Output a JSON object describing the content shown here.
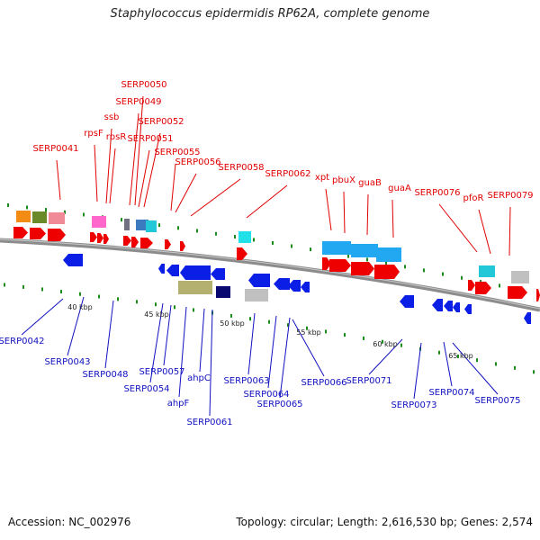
{
  "title": "Staphylococcus epidermidis RP62A, complete genome",
  "footer": {
    "accession": "Accession: NC_002976",
    "summary": "Topology: circular; Length: 2,616,530 bp; Genes: 2,574"
  },
  "colors": {
    "forward_label": "#e00000",
    "reverse_label": "#1010c0",
    "forward_arrow": "#ee0000",
    "reverse_arrow": "#0a1ee6",
    "backbone": "#8c8c8c",
    "tick": "#1a8c1a"
  },
  "scale_labels": [
    "40 kbp",
    "45 kbp",
    "50 kbp",
    "55 kbp",
    "60 kbp",
    "65 kbp"
  ],
  "forward_genes": [
    "SERP0041",
    "rpsF",
    "ssb",
    "rpsR",
    "SERP0049",
    "SERP0050",
    "SERP0051",
    "SERP0052",
    "SERP0055",
    "SERP0056",
    "SERP0058",
    "SERP0062",
    "xpt",
    "pbuX",
    "guaB",
    "guaA",
    "SERP0076",
    "pfoR",
    "SERP0079"
  ],
  "reverse_genes": [
    "SERP0042",
    "SERP0043",
    "SERP0048",
    "SERP0054",
    "SERP0057",
    "ahpF",
    "ahpC",
    "SERP0061",
    "SERP0063",
    "SERP0064",
    "SERP0065",
    "SERP0066",
    "SERP0071",
    "SERP0073",
    "SERP0074",
    "SERP0075"
  ]
}
